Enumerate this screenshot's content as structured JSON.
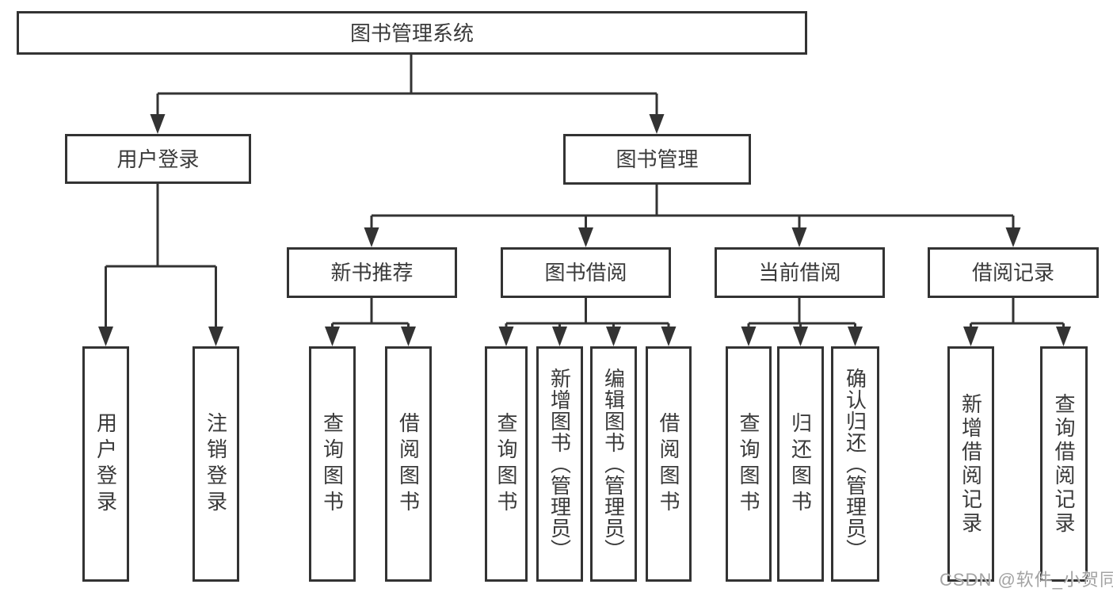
{
  "diagram": {
    "title": "图书管理系统",
    "type": "hierarchy-tree",
    "tree": {
      "label": "图书管理系统",
      "children": [
        {
          "label": "用户登录",
          "children": [
            {
              "label": "用户登录"
            },
            {
              "label": "注销登录"
            }
          ]
        },
        {
          "label": "图书管理",
          "children": [
            {
              "label": "新书推荐",
              "children": [
                {
                  "label": "查询图书"
                },
                {
                  "label": "借阅图书"
                }
              ]
            },
            {
              "label": "图书借阅",
              "children": [
                {
                  "label": "查询图书"
                },
                {
                  "label": "新增图书（管理员）"
                },
                {
                  "label": "编辑图书（管理员）"
                },
                {
                  "label": "借阅图书"
                }
              ]
            },
            {
              "label": "当前借阅",
              "children": [
                {
                  "label": "查询图书"
                },
                {
                  "label": "归还图书"
                },
                {
                  "label": "确认归还（管理员）"
                }
              ]
            },
            {
              "label": "借阅记录",
              "children": [
                {
                  "label": "新增借阅记录"
                },
                {
                  "label": "查询借阅记录"
                }
              ]
            }
          ]
        }
      ]
    }
  },
  "nodes": {
    "root": "图书管理系统",
    "user_login": "用户登录",
    "book_management": "图书管理",
    "new_book_recommend": "新书推荐",
    "book_borrow": "图书借阅",
    "current_borrow": "当前借阅",
    "borrow_records": "借阅记录",
    "leaf_user_login": "用户登录",
    "leaf_logout": "注销登录",
    "leaf_nb_query_book": "查询图书",
    "leaf_nb_borrow_book": "借阅图书",
    "leaf_bb_query_book": "查询图书",
    "leaf_bb_add_book": "新增图书（管理员）",
    "leaf_bb_edit_book": "编辑图书（管理员）",
    "leaf_bb_borrow_book": "借阅图书",
    "leaf_cb_query_book": "查询图书",
    "leaf_cb_return_book": "归还图书",
    "leaf_cb_confirm_return": "确认归还（管理员）",
    "leaf_br_add_record": "新增借阅记录",
    "leaf_br_query_record": "查询借阅记录"
  },
  "watermark": "CSDN @软件_小贺同学",
  "colors": {
    "background": "#ffffff",
    "line": "#333333",
    "box_border": "#333333",
    "text": "#3a3a3a",
    "watermark": "#9e9e9e"
  }
}
